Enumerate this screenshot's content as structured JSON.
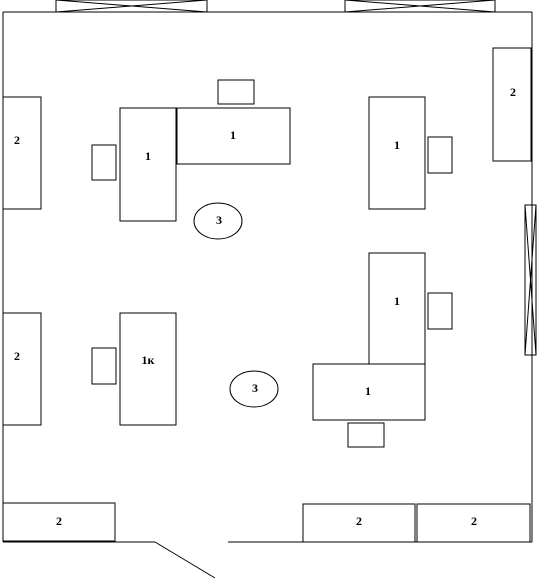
{
  "plan": {
    "labels": {
      "workstation": "1",
      "manager_desk": "1к",
      "cabinet": "2",
      "object_3": "3"
    }
  }
}
